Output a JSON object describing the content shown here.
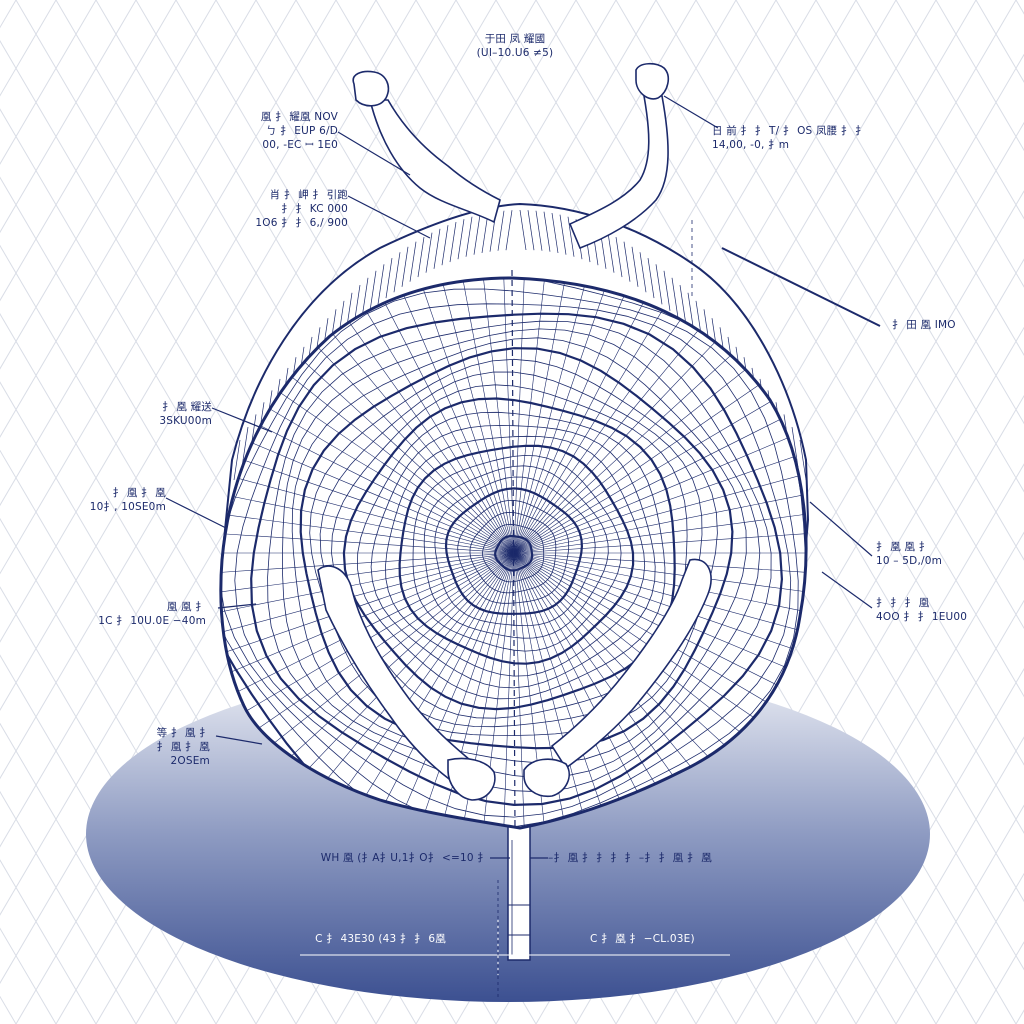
{
  "colors": {
    "ink": "#1c2a6b",
    "grid": "#d9dde6",
    "shadow": "#3f5494",
    "skin": "#ffffff",
    "paper": "#ffffff"
  },
  "labels": {
    "top": [
      "于田 凤 耀國",
      "(UI–10.U6 ≠5)"
    ],
    "upper_left_1": [
      "凰 ⺘ 耀凰 NOV",
      "ㄅ  ⺘ EUP 6/D",
      "00, -EC ꟷ 1E0"
    ],
    "upper_left_2": [
      "肖 ⺘ 岬 ⺘ 引跑",
      "⺘ ⺘ KC  000",
      "1O6 ⺘ ⺘ 6,/ 900"
    ],
    "upper_right": [
      "日 前 ⺘ ⺘ T/ ⺘ OS 凤腰 ⺘ ⺘",
      "14,00, -0, ⺘m"
    ],
    "right_arrow": [
      "⺘ 田 凰 IMO"
    ],
    "left_mid_1": [
      "⺘ 凰 耀送",
      "3SKU00m"
    ],
    "left_mid_2": [
      "⺘ 凰 ⺘ 凰",
      "10⺘, 10SE0m"
    ],
    "left_mid_3": [
      "凰 凰 ⺘",
      "1C ⺘ 10U.0E −40m"
    ],
    "left_low": [
      "等 ⺘ 凰 ⺘",
      "⺘ 凰 ⺘ 凰",
      "2OSEm"
    ],
    "right_mid_1": [
      "⺘ 凰 凰 ⺘",
      "10  – 5D,/0m"
    ],
    "right_mid_2": [
      "⺘ ⺘ ⺘ 凰",
      "4OO ⺘ ⺘ 1EU00"
    ],
    "base_left": [
      "WH 凰 (⺘A⺘U,1⺘O⺘ <=10 ⺘"
    ],
    "base_right": [
      "–⺘ 凰 ⺘ ⺘ ⺘ ⺘ –⺘ ⺘ 凰  ⺘ 凰"
    ],
    "floor_left": [
      "C ⺘ 43E30 (43 ⺘ ⺘ 6凰"
    ],
    "floor_right": [
      "C ⺘ 凰 ⺘ −CL.03E)"
    ]
  }
}
